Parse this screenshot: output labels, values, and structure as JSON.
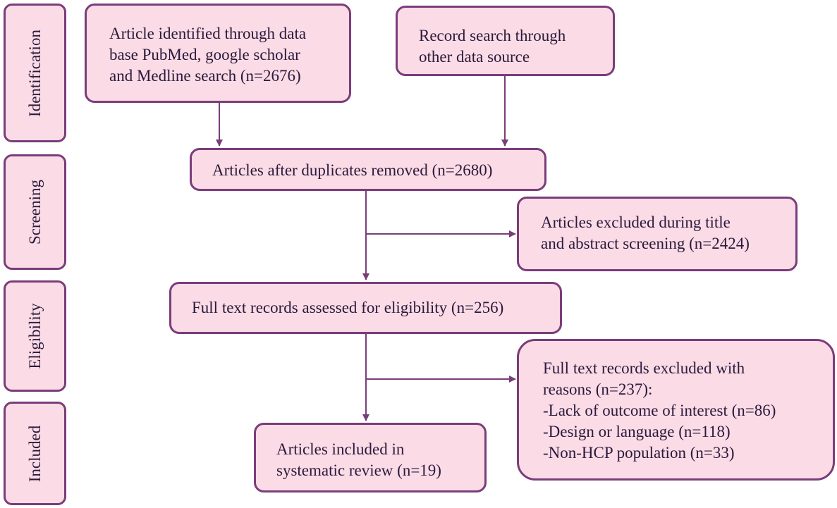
{
  "colors": {
    "box_fill": "#fadbe6",
    "border": "#7a3d7a",
    "arrow": "#7a3d7a",
    "text": "#2b1a3b"
  },
  "stages": {
    "identification": "Identification",
    "screening": "Screening",
    "eligibility": "Eligibility",
    "included": "Included"
  },
  "boxes": {
    "database_search": [
      "Article identified through data",
      "base PubMed, google scholar",
      "and Medline search (n=2676)"
    ],
    "other_sources": [
      "Record search through",
      "other data source"
    ],
    "after_duplicates": [
      "Articles after duplicates removed (n=2680)"
    ],
    "excluded_screening": [
      "Articles excluded during title",
      "and abstract screening (n=2424)"
    ],
    "full_text_assessed": [
      "Full text records assessed for eligibility (n=256)"
    ],
    "full_text_excluded": [
      "Full text records excluded with",
      "reasons (n=237):",
      "-Lack of outcome of interest (n=86)",
      "-Design or language (n=118)",
      "-Non-HCP population (n=33)"
    ],
    "included_review": [
      "Articles included in",
      "systematic review (n=19)"
    ]
  }
}
